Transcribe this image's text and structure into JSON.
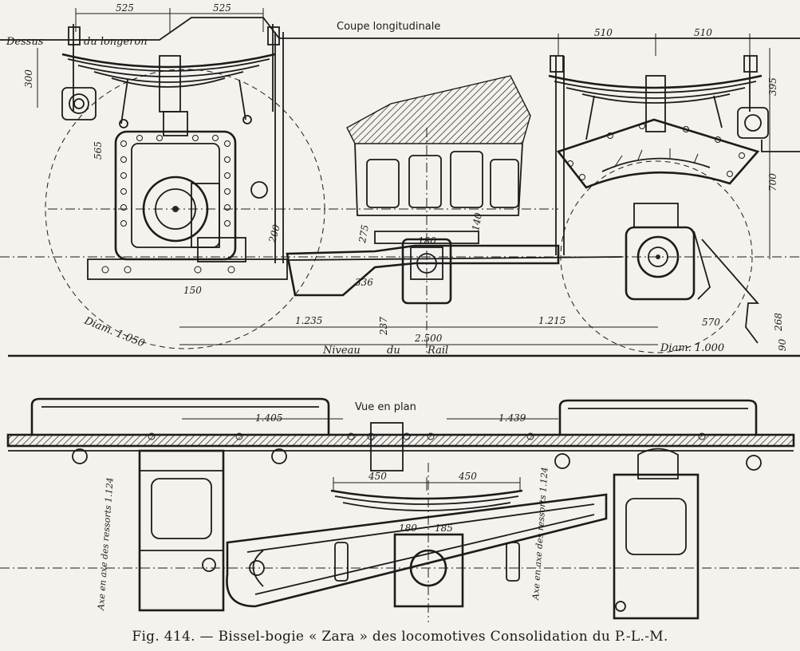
{
  "section_elevation": {
    "title": "Coupe longitudinale",
    "label_dessus": "Dessus",
    "label_longeron": "du longeron",
    "label_niveau": "Niveau",
    "label_du": "du",
    "label_rail": "Rail",
    "label_diam_left": "Diam. 1.050",
    "label_diam_right": "Diam. 1.000",
    "dims": {
      "top_left": "525",
      "top_right": "525",
      "top_right_a": "510",
      "top_right_b": "510",
      "v_300": "300",
      "v_565": "565",
      "v_395": "395",
      "v_700": "700",
      "v_200": "200",
      "v_275": "275",
      "v_180": "180",
      "v_140": "140",
      "v_150": "150",
      "v_336": "336",
      "v_570": "570",
      "v_268": "268",
      "v_90": "90",
      "span_1235": "1.235",
      "span_1215": "1.215",
      "span_2500": "2.500",
      "v_237": "237"
    }
  },
  "section_plan": {
    "title": "Vue en plan",
    "dim_1405": "1.405",
    "dim_1439": "1.439",
    "dim_450_a": "450",
    "dim_450_b": "450",
    "dim_180": "180",
    "dim_185": "185",
    "label_axe_left": "Axe en axe des ressorts 1.124",
    "label_axe_right": "Axe en axe des ressorts 1.124"
  },
  "caption": {
    "fig": "Fig. 414.",
    "dash": "—",
    "text": "Bissel-bogie « Zara » des locomotives Consolidation du P.-L.-M."
  }
}
